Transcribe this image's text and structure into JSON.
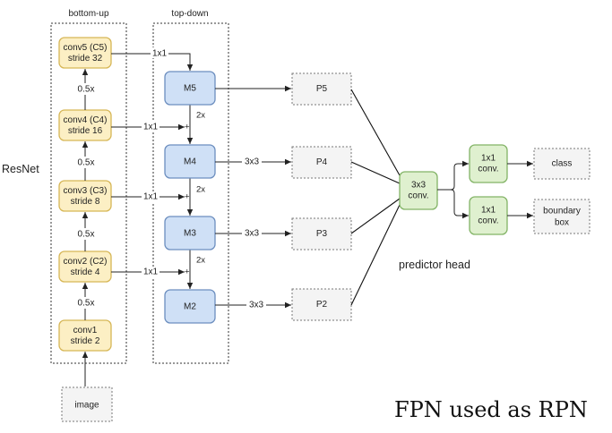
{
  "diagram": {
    "sections": {
      "bottom_up": "bottom-up",
      "top_down": "top-down",
      "resnet": "ResNet",
      "predictor_head": "predictor head"
    },
    "backbone": [
      {
        "line1": "conv5 (C5)",
        "line2": "stride 32"
      },
      {
        "line1": "conv4 (C4)",
        "line2": "stride 16"
      },
      {
        "line1": "conv3 (C3)",
        "line2": "stride 8"
      },
      {
        "line1": "conv2 (C2)",
        "line2": "stride 4"
      },
      {
        "line1": "conv1",
        "line2": "stride 2"
      }
    ],
    "downsample_labels": [
      "0.5x",
      "0.5x",
      "0.5x",
      "0.5x"
    ],
    "lateral_labels": [
      "1x1",
      "1x1",
      "1x1",
      "1x1"
    ],
    "merge_nodes": [
      "M5",
      "M4",
      "M3",
      "M2"
    ],
    "upsample_labels": [
      "2x",
      "2x",
      "2x"
    ],
    "smooth_labels": [
      "3x3",
      "3x3",
      "3x3"
    ],
    "outputs": [
      "P5",
      "P4",
      "P3",
      "P2"
    ],
    "input": "image",
    "head": {
      "shared": {
        "line1": "3x3",
        "line2": "conv."
      },
      "cls_conv": {
        "line1": "1x1",
        "line2": "conv."
      },
      "box_conv": {
        "line1": "1x1",
        "line2": "conv."
      },
      "cls_out": "class",
      "box_out": {
        "line1": "boundary",
        "line2": "box"
      }
    },
    "caption": "FPN used as RPN",
    "colors": {
      "backbone_fill": "#fcefc4",
      "merge_fill": "#cfe0f6",
      "head_fill": "#dff0cf",
      "output_fill": "#f4f4f4"
    }
  }
}
